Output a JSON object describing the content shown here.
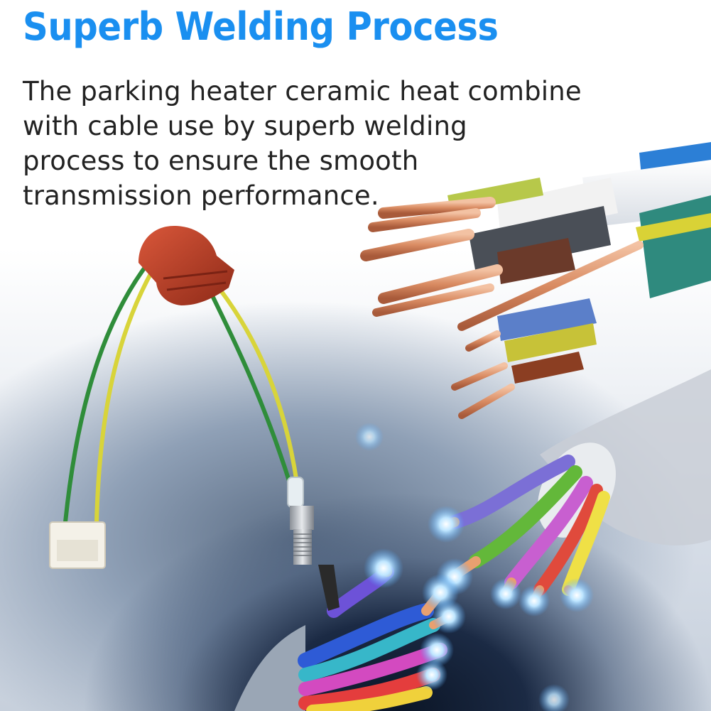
{
  "headline": "Superb Welding Process",
  "description_lines": [
    "The parking heater ceramic heat combine",
    "with cable use by superb welding",
    "process to ensure the smooth",
    "transmission performance."
  ],
  "colors": {
    "headline": "#1a8ff0",
    "body_text": "#222222"
  }
}
